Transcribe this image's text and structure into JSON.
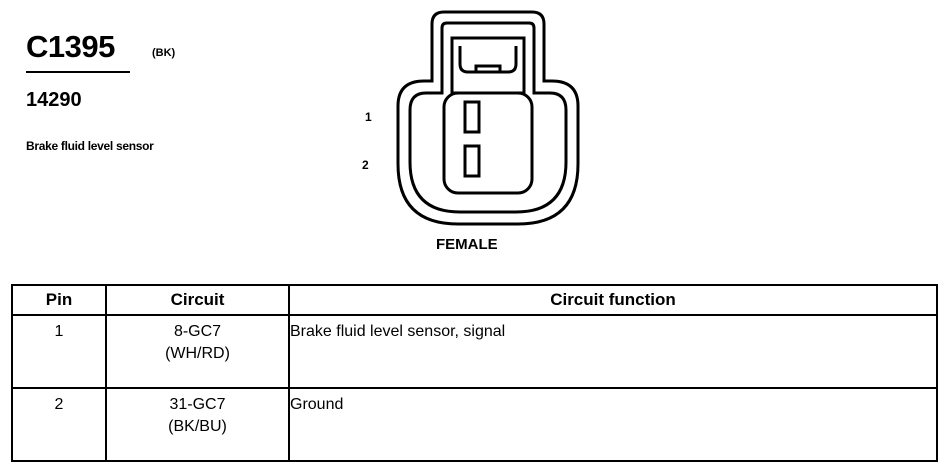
{
  "connector": {
    "id": "C1395",
    "color_code": "(BK)",
    "part_number": "14290",
    "description": "Brake fluid level sensor",
    "gender": "FEMALE",
    "pin_labels": [
      "1",
      "2"
    ]
  },
  "table": {
    "headers": {
      "pin": "Pin",
      "circuit": "Circuit",
      "function": "Circuit function"
    },
    "rows": [
      {
        "pin": "1",
        "circuit": "8-GC7",
        "wire_color": "(WH/RD)",
        "function": "Brake fluid level sensor, signal"
      },
      {
        "pin": "2",
        "circuit": "31-GC7",
        "wire_color": "(BK/BU)",
        "function": "Ground"
      }
    ]
  }
}
